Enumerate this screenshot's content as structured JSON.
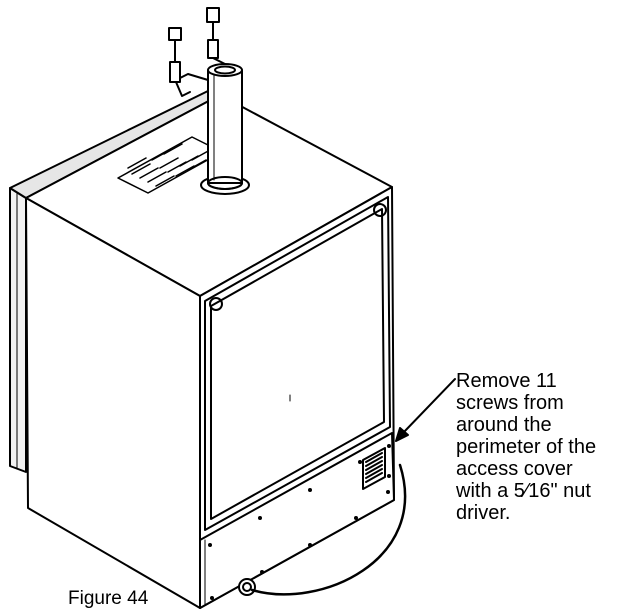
{
  "callout": {
    "lines": [
      "Remove 11",
      "screws from",
      "around the",
      "perimeter of the",
      "access cover",
      "with a 5⁄16\" nut",
      "driver."
    ]
  },
  "figure_caption": "Figure 44",
  "colors": {
    "line": "#000000",
    "background": "#ffffff",
    "shade": "#e6e6e6",
    "light_shade": "#f2f2f2"
  }
}
